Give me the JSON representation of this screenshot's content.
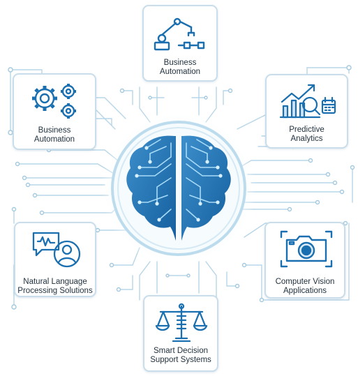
{
  "cards": {
    "top": {
      "label_line1": "Business",
      "label_line2": "Automation",
      "icon": "robot-arm-conveyor-icon"
    },
    "left_upper": {
      "label_line1": "Business",
      "label_line2": "Automation",
      "icon": "gears-icon"
    },
    "right_upper": {
      "label_line1": "Predictive",
      "label_line2": "Analytics",
      "icon": "chart-magnifier-calendar-icon"
    },
    "left_lower": {
      "label_line1": "Natural Language",
      "label_line2": "Processing Solutions",
      "icon": "chat-user-icon"
    },
    "right_lower": {
      "label_line1": "Computer Vision",
      "label_line2": "Applications",
      "icon": "camera-icon"
    },
    "bottom": {
      "label_line1": "Smart Decision",
      "label_line2": "Support Systems",
      "icon": "scales-icon"
    }
  },
  "center": {
    "icon": "circuit-brain-icon"
  },
  "colors": {
    "accent": "#1a6fb0",
    "card_border": "#c9ddea",
    "circuit": "#a9cde3",
    "text": "#1f2f3d"
  }
}
